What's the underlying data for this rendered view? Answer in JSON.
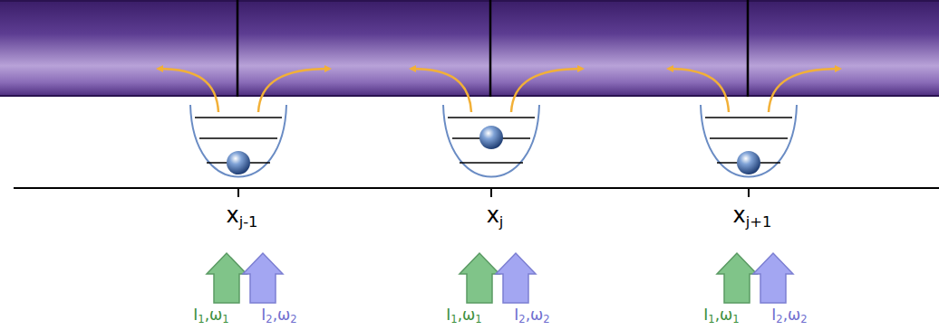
{
  "diagram": {
    "labels": [
      "xj-1",
      "I1,ω1",
      "I2,ω2",
      "xj",
      "I1,ω1",
      "I2,ω2",
      "xj+1",
      "I1,ω1",
      "I2,ω2"
    ]
  }
}
